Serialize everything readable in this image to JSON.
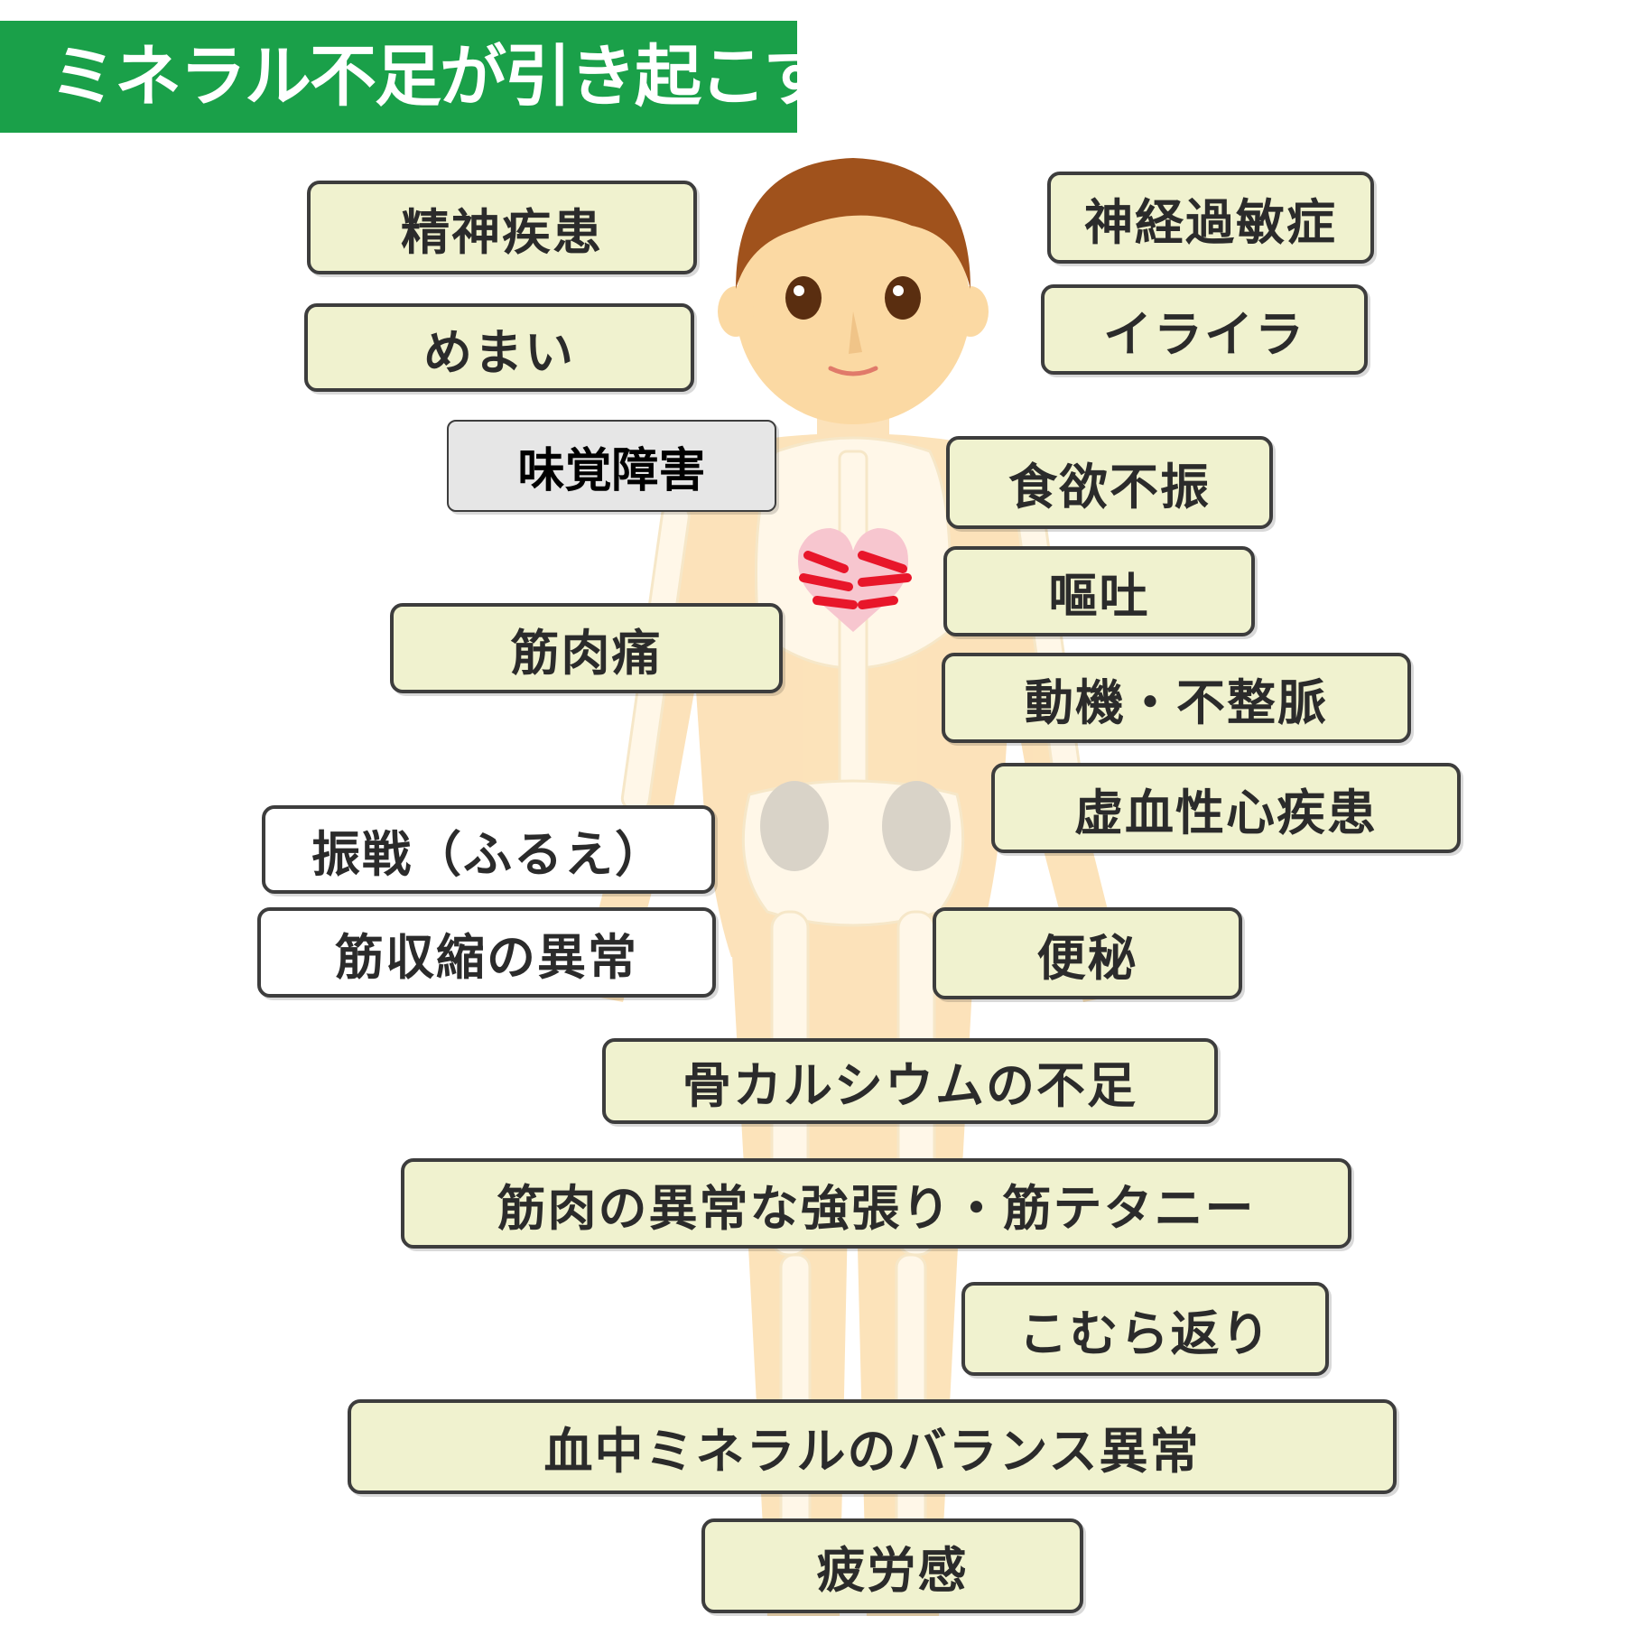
{
  "title": "ミネラル不足が引き起こす症状",
  "colors": {
    "title_bg": "#1aa049",
    "label_bg": "#f0f2cf",
    "label_border": "#3d3d3d",
    "skin": "#fbd9a3",
    "hair": "#a0521c",
    "heart": "#e8162a"
  },
  "illustration": "human-figure-with-skeleton",
  "labels": {
    "seishin": "精神疾患",
    "shinkei": "神経過敏症",
    "memai": "めまい",
    "iraira": "イライラ",
    "mikaku": "味覚障害",
    "shokuyoku": "食欲不振",
    "outo": "嘔吐",
    "kinnikutsu": "筋肉痛",
    "douki": "動機・不整脈",
    "kyoketsu": "虚血性心疾患",
    "shinsen": "振戦（ふるえ）",
    "kinshukushuku": "筋収縮の異常",
    "benpi": "便秘",
    "hone": "骨カルシウムの不足",
    "tetany": "筋肉の異常な強張り・筋テタニー",
    "komura": "こむら返り",
    "balance": "血中ミネラルのバランス異常",
    "hirou": "疲労感"
  }
}
